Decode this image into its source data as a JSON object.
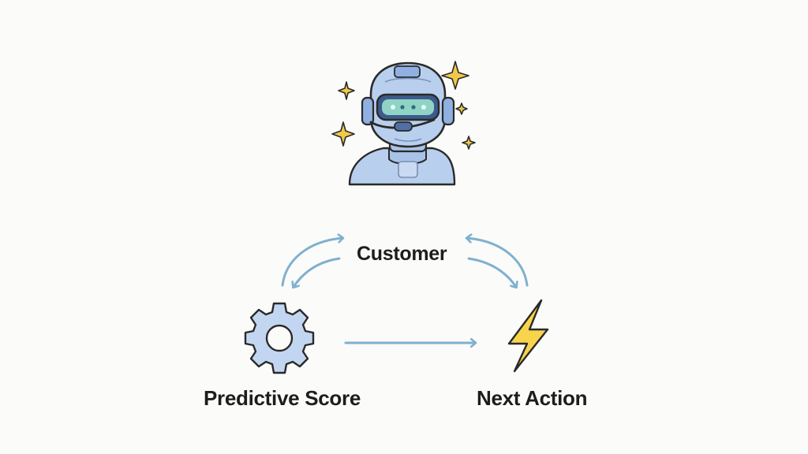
{
  "nodes": {
    "customer": {
      "label": "Customer"
    },
    "predictive_score": {
      "label": "Predictive Score"
    },
    "next_action": {
      "label": "Next Action"
    }
  },
  "icons": {
    "agent": "robot-agent-icon",
    "score": "gear-icon",
    "action": "lightning-bolt-icon",
    "decor": "sparkle-icon"
  },
  "colors": {
    "arrow": "#7fb0cf",
    "robot_fill": "#b9cfee",
    "gear_fill": "#c3d6f1",
    "bolt_fill": "#f7d44c",
    "sparkle": "#f1c94a",
    "outline": "#2a2a2a",
    "visor_glow": "#9bd6c8"
  }
}
